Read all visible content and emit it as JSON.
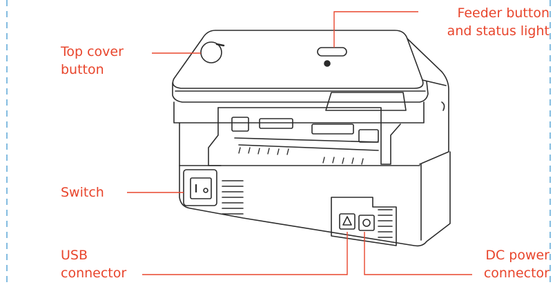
{
  "colors": {
    "accent": "#e8452c",
    "outline": "#2b2b2b",
    "border_dash": "#5aa6d6"
  },
  "labels": {
    "feeder": {
      "line1": "Feeder button",
      "line2": "and status light"
    },
    "top_cover": {
      "line1": "Top cover",
      "line2": "button"
    },
    "switch": {
      "line1": "Switch"
    },
    "usb": {
      "line1": "USB",
      "line2": "connector"
    },
    "dc_power": {
      "line1": "DC power",
      "line2": "connector"
    }
  },
  "icons": {
    "printer": "thermal-label-printer-illustration"
  }
}
